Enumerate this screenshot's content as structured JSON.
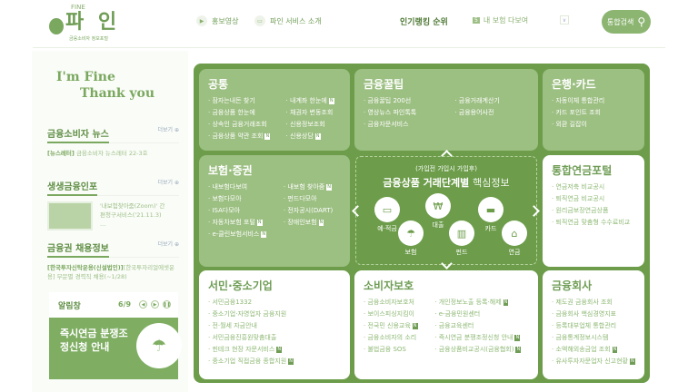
{
  "header": {
    "logo_fine": "FINE",
    "logo_name": "파 인",
    "logo_sub": "금융소비자 정보포털",
    "links": [
      "홍보영상",
      "파인 서비스 소개"
    ],
    "ranking_label": "인기랭킹 순위",
    "ranking_num": "5",
    "ranking_item": "내 보험 다보여",
    "search_label": "통합검색"
  },
  "left": {
    "tagline1": "I'm Fine",
    "tagline2": "Thank you",
    "more": "더보기",
    "news": {
      "title": "금융소비자 뉴스",
      "tag": "[뉴스레터]",
      "text": "금융소비자 뉴스레터 22-3호"
    },
    "info": {
      "title": "생생금융인포",
      "text": "'내보험찾아줌(Zoom)' 간편청구서비스('21.11.3) …"
    },
    "jobs": {
      "title": "금융권 채용정보",
      "tag": "[한국투자신탁운용(신설법인)]",
      "text": "[한국투자리얼에셋운용] 부문별 경력직 채용(~1/28)"
    },
    "notice": {
      "title": "알림창",
      "page": "6/9",
      "banner": "즉시연금 분쟁조정신청 안내"
    }
  },
  "cards": {
    "common": {
      "title": "공통",
      "items": [
        [
          "잠자는내돈 찾기",
          0
        ],
        [
          "금융상품 한눈에",
          0
        ],
        [
          "상속인 금융거래조회",
          0
        ],
        [
          "금융상품 약관 조회",
          1
        ],
        [
          "내계좌 한눈에",
          1
        ],
        [
          "채권자 변동조회",
          0
        ],
        [
          "신용정보조회",
          0
        ],
        [
          "신용상담",
          1
        ]
      ]
    },
    "tips": {
      "title": "금융꿀팁",
      "items": [
        [
          "금융꿀팁 200선",
          0
        ],
        [
          "영상뉴스 파인톡톡",
          0
        ],
        [
          "금융자문서비스",
          0
        ],
        [
          "금융거래계산기",
          0
        ],
        [
          "금융용어사전",
          0
        ]
      ]
    },
    "bank": {
      "title": "은행·카드",
      "items": [
        [
          "자동이체 통합관리",
          0
        ],
        [
          "카드 포인트 조회",
          0
        ],
        [
          "외환 길잡이",
          0
        ]
      ]
    },
    "insurance": {
      "title": "보험·증권",
      "items": [
        [
          "내보험다보여",
          0
        ],
        [
          "보험다모아",
          0
        ],
        [
          "ISA다모아",
          0
        ],
        [
          "자동차보험 포털",
          1
        ],
        [
          "e-클린보험서비스",
          1
        ],
        [
          "내보험 찾아줌",
          1
        ],
        [
          "펀드다모아",
          0
        ],
        [
          "전자공시(DART)",
          0
        ],
        [
          "장애인보험",
          1
        ]
      ]
    },
    "pension": {
      "title": "통합연금포털",
      "items": [
        [
          "연금저축 비교공시",
          0
        ],
        [
          "퇴직연금 비교공시",
          0
        ],
        [
          "원리금보장연금상품",
          0
        ],
        [
          "퇴직연금 맞춤형 수수료비교",
          0
        ]
      ]
    },
    "sme": {
      "title": "서민·중소기업",
      "items": [
        [
          "서민금융1332",
          0
        ],
        [
          "중소기업·자영업자 금융지원",
          0
        ],
        [
          "전·월세 자금안내",
          0
        ],
        [
          "서민금융진흥원맞춤대출",
          0
        ],
        [
          "핀테크 현장 자문서비스",
          1
        ],
        [
          "중소기업 직접금융 종합지원",
          1
        ]
      ]
    },
    "consumer": {
      "title": "소비자보호",
      "items": [
        [
          "금융소비자보호처",
          0
        ],
        [
          "보이스피싱지킴이",
          0
        ],
        [
          "전국민 신용교육",
          1
        ],
        [
          "금융소비자의 소리",
          0
        ],
        [
          "불법금융 SOS",
          0
        ],
        [
          "개인정보노출 등록·해제",
          1
        ],
        [
          "e-금융민원센터",
          0
        ],
        [
          "금융교육센터",
          0
        ],
        [
          "즉시연금 분쟁조정신청 안내",
          1
        ],
        [
          "금융상품비교공시(금융협회)",
          1
        ]
      ]
    },
    "company": {
      "title": "금융회사",
      "items": [
        [
          "제도권 금융회사 조회",
          0
        ],
        [
          "금융회사 핵심경영지표",
          0
        ],
        [
          "등록대부업체 통합관리",
          0
        ],
        [
          "금융통계정보시스템",
          0
        ],
        [
          "소액해외송금업 조회",
          1
        ],
        [
          "유사투자자문업자 신고현황",
          1
        ]
      ]
    }
  },
  "new_badge": "N",
  "center": {
    "sub": "(가입전 가입시 가입후)",
    "title": "금융상품 거래단계별",
    "title2": "핵심정보",
    "cats": [
      "예·적금",
      "보험",
      "대출",
      "펀드",
      "카드",
      "연금"
    ]
  }
}
